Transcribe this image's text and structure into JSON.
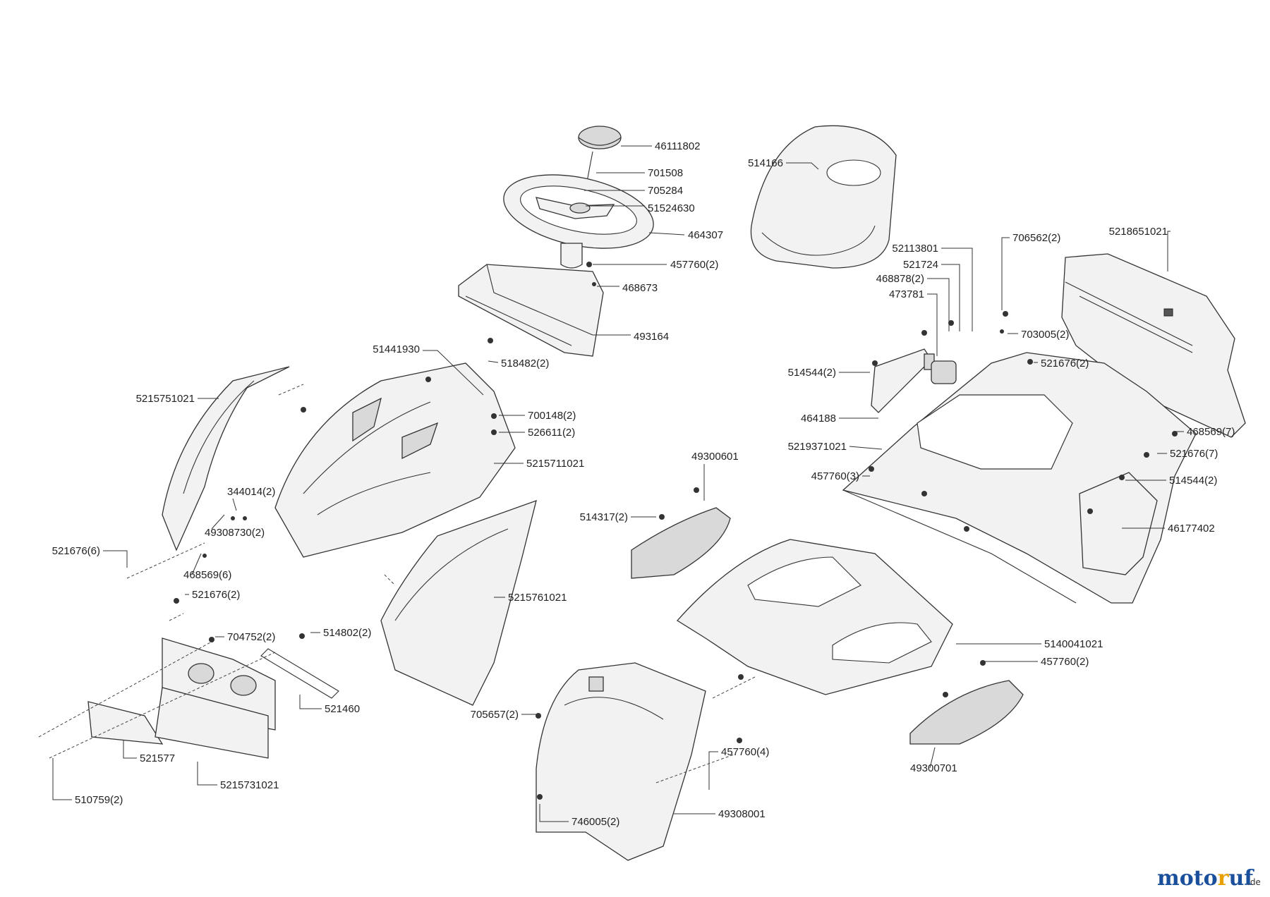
{
  "parts": [
    {
      "id": "p-46111802",
      "label": "46111802"
    },
    {
      "id": "p-701508",
      "label": "701508"
    },
    {
      "id": "p-705284",
      "label": "705284"
    },
    {
      "id": "p-51524630",
      "label": "51524630"
    },
    {
      "id": "p-464307",
      "label": "464307"
    },
    {
      "id": "p-457760-2a",
      "label": "457760(2)"
    },
    {
      "id": "p-468673",
      "label": "468673"
    },
    {
      "id": "p-493164",
      "label": "493164"
    },
    {
      "id": "p-518482",
      "label": "518482(2)"
    },
    {
      "id": "p-514166",
      "label": "514166"
    },
    {
      "id": "p-52113801",
      "label": "52113801"
    },
    {
      "id": "p-521724",
      "label": "521724"
    },
    {
      "id": "p-468878",
      "label": "468878(2)"
    },
    {
      "id": "p-473781",
      "label": "473781"
    },
    {
      "id": "p-706562",
      "label": "706562(2)"
    },
    {
      "id": "p-5218651021",
      "label": "5218651021"
    },
    {
      "id": "p-703005",
      "label": "703005(2)"
    },
    {
      "id": "p-521676-2a",
      "label": "521676(2)"
    },
    {
      "id": "p-514544-2a",
      "label": "514544(2)"
    },
    {
      "id": "p-464188",
      "label": "464188"
    },
    {
      "id": "p-468569-7",
      "label": "468569(7)"
    },
    {
      "id": "p-5219371021",
      "label": "5219371021"
    },
    {
      "id": "p-521676-7",
      "label": "521676(7)"
    },
    {
      "id": "p-457760-3",
      "label": "457760(3)"
    },
    {
      "id": "p-514544-2b",
      "label": "514544(2)"
    },
    {
      "id": "p-46177402",
      "label": "46177402"
    },
    {
      "id": "p-51441930",
      "label": "51441930"
    },
    {
      "id": "p-700148",
      "label": "700148(2)"
    },
    {
      "id": "p-526611",
      "label": "526611(2)"
    },
    {
      "id": "p-5215711021",
      "label": "5215711021"
    },
    {
      "id": "p-5215751021",
      "label": "5215751021"
    },
    {
      "id": "p-344014",
      "label": "344014(2)"
    },
    {
      "id": "p-49308730",
      "label": "49308730(2)"
    },
    {
      "id": "p-521676-6",
      "label": "521676(6)"
    },
    {
      "id": "p-468569-6",
      "label": "468569(6)"
    },
    {
      "id": "p-49300601",
      "label": "49300601"
    },
    {
      "id": "p-514317",
      "label": "514317(2)"
    },
    {
      "id": "p-5215761021",
      "label": "5215761021"
    },
    {
      "id": "p-521676-2b",
      "label": "521676(2)"
    },
    {
      "id": "p-704752",
      "label": "704752(2)"
    },
    {
      "id": "p-514802",
      "label": "514802(2)"
    },
    {
      "id": "p-521460",
      "label": "521460"
    },
    {
      "id": "p-521577",
      "label": "521577"
    },
    {
      "id": "p-5215731021",
      "label": "5215731021"
    },
    {
      "id": "p-510759",
      "label": "510759(2)"
    },
    {
      "id": "p-5140041021",
      "label": "5140041021"
    },
    {
      "id": "p-457760-2b",
      "label": "457760(2)"
    },
    {
      "id": "p-705657",
      "label": "705657(2)"
    },
    {
      "id": "p-457760-4",
      "label": "457760(4)"
    },
    {
      "id": "p-49300701",
      "label": "49300701"
    },
    {
      "id": "p-746005",
      "label": "746005(2)"
    },
    {
      "id": "p-49308001",
      "label": "49308001"
    }
  ],
  "watermark": {
    "brand": "motoruf",
    "domain": ".de",
    "brand_color": "#1a4f9c",
    "accent_color": "#e8a000"
  }
}
